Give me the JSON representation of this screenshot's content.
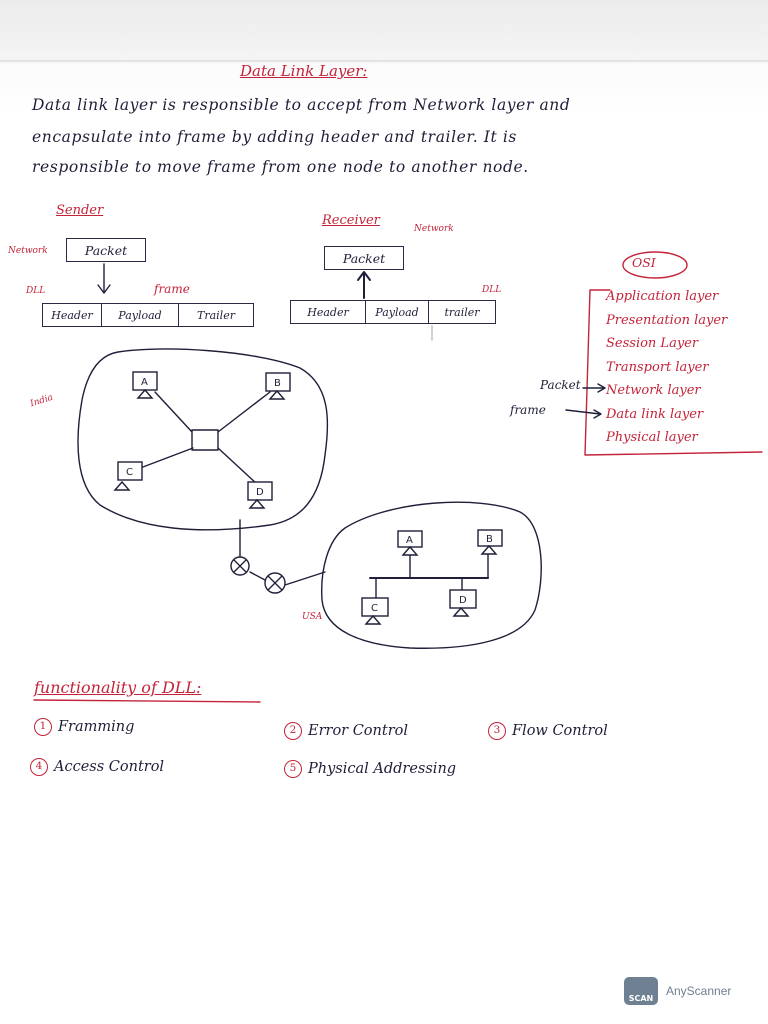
{
  "title": "Data Link Layer:",
  "paragraph": [
    "Data link layer is responsible to accept from Network layer and",
    "encapsulate into frame by adding header and trailer. It is",
    "responsible to move frame from one node to another node."
  ],
  "sender": {
    "heading": "Sender",
    "network_label": "Network",
    "packet": "Packet",
    "dll_label": "DLL",
    "frame_label": "frame",
    "frame_cells": [
      "Header",
      "Payload",
      "Trailer"
    ]
  },
  "receiver": {
    "heading": "Receiver",
    "network_label": "Network",
    "packet": "Packet",
    "dll_label": "DLL",
    "frame_cells": [
      "Header",
      "Payload",
      "trailer"
    ]
  },
  "osi": {
    "heading": "OSI",
    "layers": [
      "Application layer",
      "Presentation layer",
      "Session Layer",
      "Transport layer",
      "Network layer",
      "Data link layer",
      "Physical layer"
    ],
    "packet_pointer": "Packet",
    "frame_pointer": "frame"
  },
  "networks": {
    "india_label": "India",
    "usa_label": "USA",
    "india_nodes": [
      "A",
      "B",
      "C",
      "D"
    ],
    "usa_nodes": [
      "A",
      "B",
      "C",
      "D"
    ]
  },
  "functionality": {
    "heading": "functionality of DLL:",
    "items": [
      {
        "num": "1",
        "label": "Framming"
      },
      {
        "num": "2",
        "label": "Error Control"
      },
      {
        "num": "3",
        "label": "Flow Control"
      },
      {
        "num": "4",
        "label": "Access Control"
      },
      {
        "num": "5",
        "label": "Physical Addressing"
      }
    ]
  },
  "watermark": {
    "logo_text": "SCAN",
    "app_name": "AnyScanner"
  },
  "colors": {
    "ink": "#1f1f3a",
    "red_ink": "#c4243a",
    "paper": "#ffffff"
  }
}
